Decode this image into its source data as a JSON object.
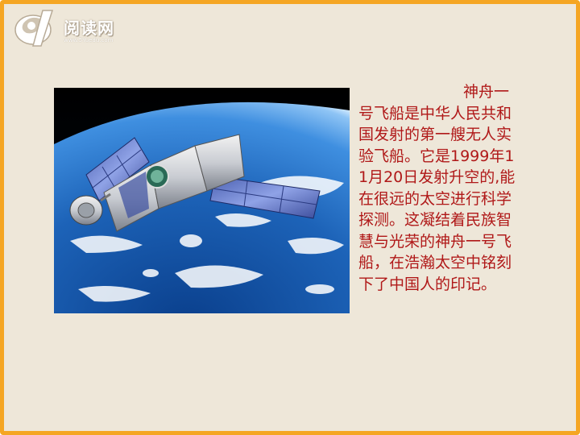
{
  "logo": {
    "text": "阅读网",
    "url": "www.5Yuedu.com",
    "icon": "stylized-91-logo-icon"
  },
  "photo": {
    "icon": "spacecraft-orbit-photo"
  },
  "caption": {
    "text": "神舟一号飞船是中华人民共和国发射的第一艘无人实验飞船。它是1999年11月20日发射升空的,能在很远的太空进行科学探测。这凝结着民族智慧与光荣的神舟一号飞船，在浩瀚太空中铭刻下了中国人的印记。"
  },
  "colors": {
    "border": "#f5a623",
    "background": "#eee7d9",
    "caption_text": "#b01818"
  }
}
